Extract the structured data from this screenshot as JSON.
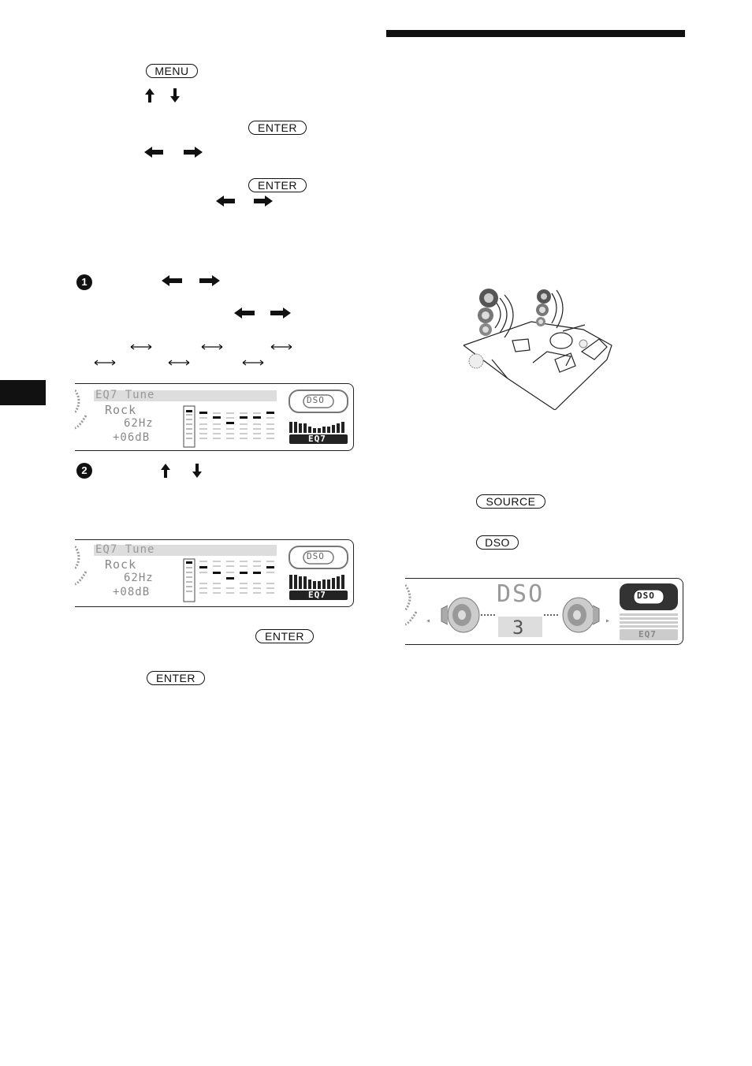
{
  "buttons": {
    "menu": "MENU",
    "enter": "ENTER",
    "source": "SOURCE",
    "dso": "DSO"
  },
  "steps": {
    "one": "1",
    "two": "2"
  },
  "lcd1": {
    "line1": "EQ7 Tune",
    "line2": "Rock",
    "line3": "62Hz",
    "line4": "+06dB",
    "badge": "DSO",
    "eq": "EQ7"
  },
  "lcd2": {
    "line1": "EQ7 Tune",
    "line2": "Rock",
    "line3": "62Hz",
    "line4": "+08dB",
    "badge": "DSO",
    "eq": "EQ7"
  },
  "lcd3": {
    "title": "DSO",
    "value": "3",
    "badge": "DSO",
    "eq": "EQ7"
  }
}
